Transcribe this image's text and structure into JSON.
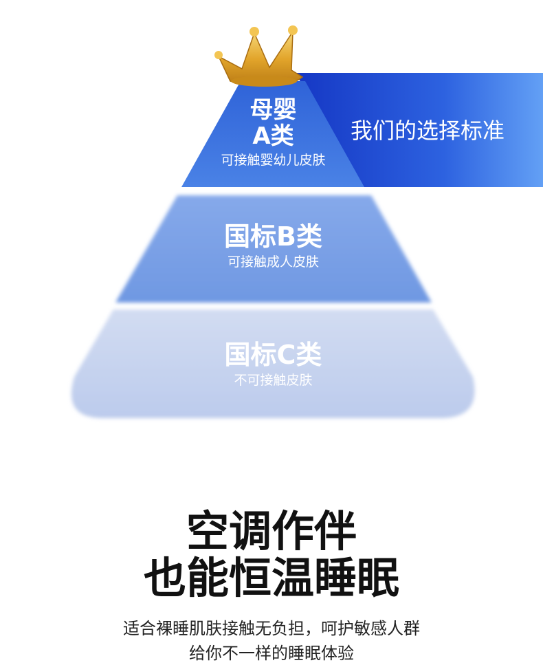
{
  "pyramid": {
    "tier_a": {
      "title_line1": "母婴",
      "title_line2": "A类",
      "subtitle": "可接触婴幼儿皮肤"
    },
    "selection_banner": "我们的选择标准",
    "tier_b": {
      "title": "国标B类",
      "subtitle": "可接触成人皮肤"
    },
    "tier_c": {
      "title": "国标C类",
      "subtitle": "不可接触皮肤"
    }
  },
  "headline": {
    "line1": "空调作伴",
    "line2": "也能恒温睡眠"
  },
  "description": {
    "line1": "适合裸睡肌肤接触无负担，呵护敏感人群",
    "line2": "给你不一样的睡眠体验"
  },
  "colors": {
    "tier_a": "#3d73df",
    "banner": "#1f4fd6",
    "tier_b": "#7aa0e6",
    "tier_c": "#c7d3ee",
    "crown": "#e4a92a"
  },
  "icons": {
    "crown": "crown-icon"
  }
}
